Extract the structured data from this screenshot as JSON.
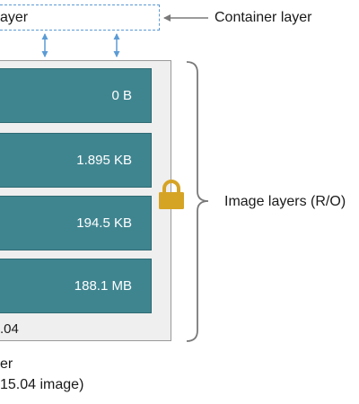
{
  "container_layer": {
    "box_text": "ayer",
    "label": "Container layer"
  },
  "image_layers": {
    "label": "Image layers (R/O)",
    "layers": [
      {
        "size": "0 B"
      },
      {
        "size": "1.895 KB"
      },
      {
        "size": "194.5 KB"
      },
      {
        "size": "188.1 MB"
      }
    ],
    "base_label": ".04"
  },
  "bottom_text": {
    "line1": "er",
    "line2": "15.04 image)"
  },
  "colors": {
    "layer_fill": "#3f8590",
    "dashed_border": "#5b9bd5",
    "lock": "#d6a425",
    "outer_bg": "#efefef"
  },
  "icons": {
    "lock": "lock-icon"
  }
}
